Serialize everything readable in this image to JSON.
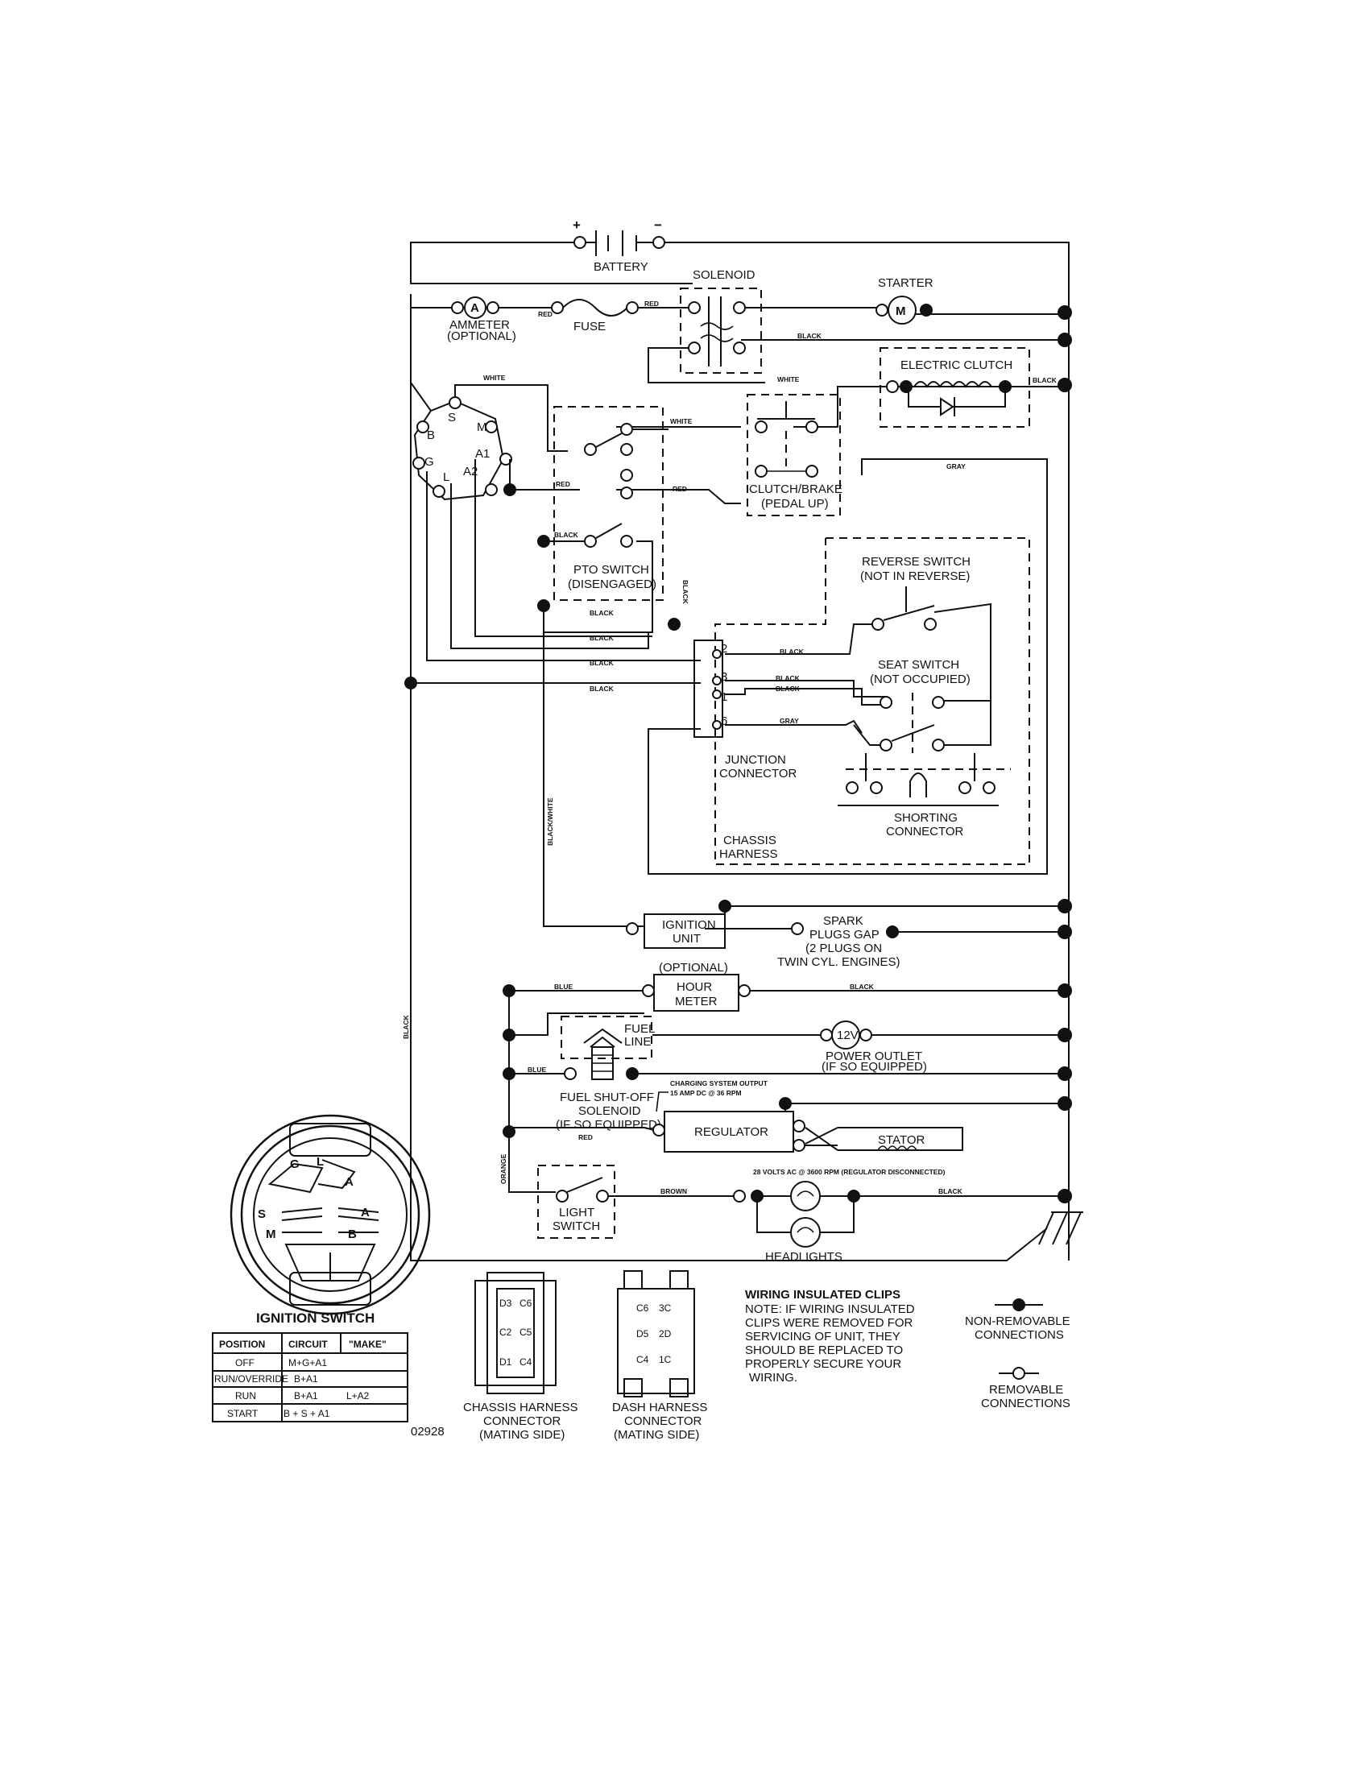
{
  "labels": {
    "battery": "BATTERY",
    "plus": "+",
    "minus": "−",
    "solenoid": "SOLENOID",
    "starter": "STARTER",
    "starter_m": "M",
    "ammeter_a": "A",
    "ammeter": "AMMETER",
    "ammeter_opt": "(OPTIONAL)",
    "fuse": "FUSE",
    "electric_clutch": "ELECTRIC CLUTCH",
    "clutch_brake": "CLUTCH/BRAKE",
    "clutch_brake_sub": "(PEDAL UP)",
    "pto_switch": "PTO SWITCH",
    "pto_switch_sub": "(DISENGAGED)",
    "reverse_switch": "REVERSE SWITCH",
    "reverse_switch_sub": "(NOT IN REVERSE)",
    "seat_switch": "SEAT SWITCH",
    "seat_switch_sub": "(NOT OCCUPIED)",
    "junction_connector_1": "JUNCTION",
    "junction_connector_2": "CONNECTOR",
    "shorting_connector_1": "SHORTING",
    "shorting_connector_2": "CONNECTOR",
    "chassis_harness_1": "CHASSIS",
    "chassis_harness_2": "HARNESS",
    "ignition_unit_1": "IGNITION",
    "ignition_unit_2": "UNIT",
    "spark_1": "SPARK",
    "spark_2": "PLUGS GAP",
    "spark_3": "(2 PLUGS ON",
    "spark_4": "TWIN CYL. ENGINES)",
    "optional": "(OPTIONAL)",
    "hour_meter_1": "HOUR",
    "hour_meter_2": "METER",
    "fuel_line_1": "FUEL",
    "fuel_line_2": "LINE",
    "power_outlet_12v": "12V",
    "power_outlet_1": "POWER OUTLET",
    "power_outlet_2": "(IF SO EQUIPPED)",
    "fuel_shutoff_1": "FUEL SHUT-OFF",
    "fuel_shutoff_2": "SOLENOID",
    "fuel_shutoff_3": "(IF SO EQUIPPED)",
    "charging_1": "CHARGING SYSTEM OUTPUT",
    "charging_2": "15 AMP DC @ 36 RPM",
    "regulator": "REGULATOR",
    "stator": "STATOR",
    "regulator_note": "28 VOLTS AC @ 3600 RPM (REGULATOR DISCONNECTED)",
    "light_switch_1": "LIGHT",
    "light_switch_2": "SWITCH",
    "headlights": "HEADLIGHTS",
    "ignition_switch": "IGNITION SWITCH",
    "sw_g": "G",
    "sw_l": "L",
    "sw_a1": "A",
    "sw_a2": "A",
    "sw_s": "S",
    "sw_m": "M",
    "sw_b": "B",
    "ig_s": "S",
    "ig_m": "M",
    "ig_b": "B",
    "ig_g": "G",
    "ig_a1": "A1",
    "ig_a2": "A2",
    "ig_l": "L",
    "chassis_conn_1": "CHASSIS HARNESS",
    "chassis_conn_2": "CONNECTOR",
    "chassis_conn_3": "(MATING SIDE)",
    "dash_conn_1": "DASH HARNESS",
    "dash_conn_2": "CONNECTOR",
    "dash_conn_3": "(MATING SIDE)",
    "clips_title": "WIRING INSULATED CLIPS",
    "clips_note_1": "NOTE: IF WIRING INSULATED",
    "clips_note_2": "CLIPS WERE REMOVED FOR",
    "clips_note_3": "SERVICING OF UNIT, THEY",
    "clips_note_4": "SHOULD BE REPLACED TO",
    "clips_note_5": "PROPERLY SECURE YOUR",
    "clips_note_6": "WIRING.",
    "nonremovable_1": "NON-REMOVABLE",
    "nonremovable_2": "CONNECTIONS",
    "removable_1": "REMOVABLE",
    "removable_2": "CONNECTIONS",
    "doc_number": "02928",
    "jc_2": "2",
    "jc_3": "3",
    "jc_1": "1",
    "jc_6": "6"
  },
  "wire_colors": {
    "red": "RED",
    "black": "BLACK",
    "white": "WHITE",
    "gray": "GRAY",
    "blue": "BLUE",
    "orange": "ORANGE",
    "brown": "BROWN",
    "black_white": "BLACK/WHITE"
  },
  "connector_pins": {
    "chassis": [
      "D3",
      "C6",
      "C2",
      "C5",
      "D1",
      "C4"
    ],
    "dash": [
      "C6",
      "3C",
      "D5",
      "2D",
      "C4",
      "1C"
    ]
  },
  "switch_table": {
    "headers": [
      "POSITION",
      "CIRCUIT",
      "\"MAKE\""
    ],
    "rows": [
      {
        "position": "OFF",
        "circuit": "M+G+A1",
        "make": ""
      },
      {
        "position": "RUN/OVERRIDE",
        "circuit": "B+A1",
        "make": ""
      },
      {
        "position": "RUN",
        "circuit": "B+A1",
        "make": "L+A2"
      },
      {
        "position": "START",
        "circuit": "B + S + A1",
        "make": ""
      }
    ]
  }
}
